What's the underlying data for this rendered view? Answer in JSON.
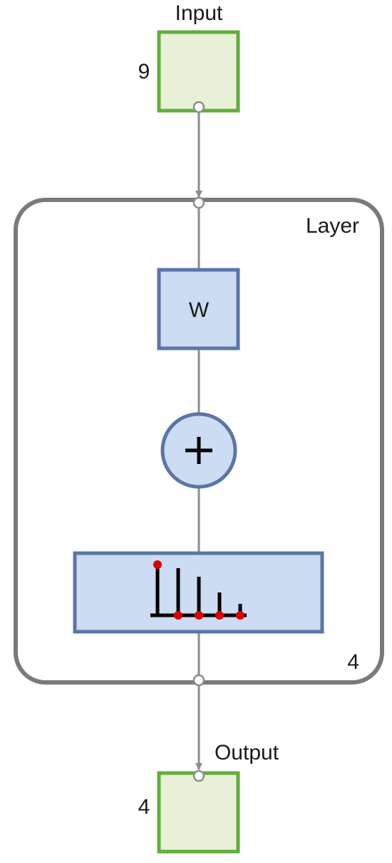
{
  "input": {
    "label": "Input",
    "size": "9"
  },
  "layer": {
    "label": "Layer",
    "size": "4"
  },
  "weight": {
    "label": "W"
  },
  "sum": {
    "symbol": "+"
  },
  "output": {
    "label": "Output",
    "size": "4"
  },
  "colors": {
    "io_fill": "#e8f1d8",
    "io_stroke": "#62ad3a",
    "block_fill": "#ccdcf2",
    "block_stroke": "#5a76a6",
    "wire": "#8c8c8c",
    "frame": "#7a7a7a",
    "marker": "#e00000"
  }
}
